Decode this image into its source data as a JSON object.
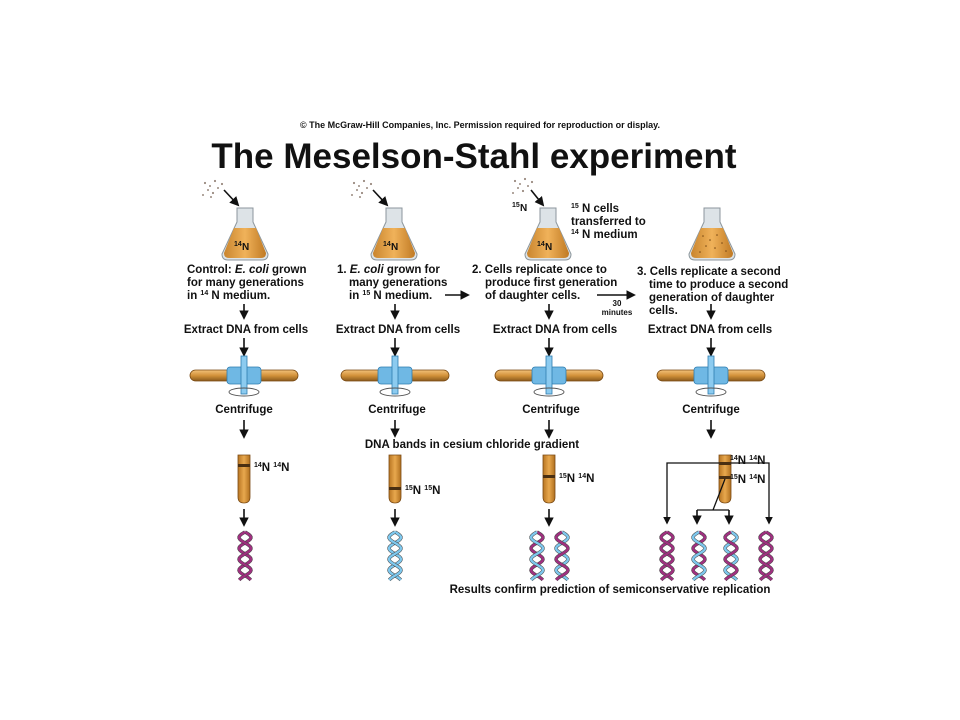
{
  "copyright": "© The McGraw-Hill Companies, Inc. Permission required for reproduction or display.",
  "title": "The Meselson-Stahl experiment",
  "flask_labels": [
    "14N",
    "14N",
    "14N"
  ],
  "flask3_source_label": "15N",
  "transfer_note": [
    "15N cells",
    "transferred to",
    "14N medium"
  ],
  "steps": {
    "control": [
      "Control: E. coli grown",
      "for many generations",
      "in 14N medium."
    ],
    "step1": [
      "1. E. coli grown for",
      "many generations",
      "in 15N medium."
    ],
    "step2": [
      "2. Cells replicate once to",
      "produce first generation",
      "of daughter cells."
    ],
    "step3": [
      "3. Cells replicate a second",
      "time to produce a second",
      "generation of daughter",
      "cells."
    ]
  },
  "time_label": [
    "30",
    "minutes"
  ],
  "extract_label": "Extract DNA from cells",
  "centrifuge_label": "Centrifuge",
  "gradient_label": "DNA bands in cesium chloride gradient",
  "band_labels": {
    "col1": "14N 14N",
    "col2": "15N 15N",
    "col3": "15N 14N",
    "col4_top": "14N 14N",
    "col4_bottom": "15N 14N"
  },
  "result_label": "Results confirm prediction of semiconservative replication",
  "colors": {
    "flask_fill": "#e09a3c",
    "flask_glass": "#b8c4cc",
    "rotor": "#d39339",
    "rotor_hub": "#5aaee0",
    "tube_fill": "#d08a2c",
    "band": "#4a2f12",
    "dna_n14": "#a03080",
    "dna_n15": "#7ec8ee"
  }
}
